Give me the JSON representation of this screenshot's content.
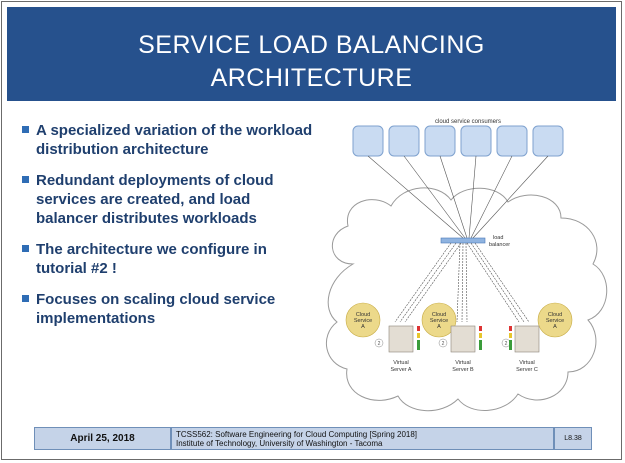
{
  "slide": {
    "title_line1": "SERVICE LOAD BALANCING",
    "title_line2": "ARCHITECTURE",
    "bullets": [
      "A specialized variation of the workload distribution architecture",
      "Redundant deployments of cloud services are created, and load balancer distributes workloads",
      "The architecture we configure in tutorial #2 !",
      "Focuses on scaling cloud service implementations"
    ]
  },
  "diagram": {
    "consumers_label": "cloud service consumers",
    "balancer_label_line1": "load",
    "balancer_label_line2": "balancer",
    "service_line1": "Cloud",
    "service_line2": "Service",
    "service_letter": "A",
    "server_label_line1": "Virtual",
    "servers": [
      "Server A",
      "Server B",
      "Server C"
    ],
    "badge_label": "2",
    "colors": {
      "consumer_fill": "#c9dbf2",
      "consumer_stroke": "#7fa2cf",
      "service_fill": "#ecd98a",
      "server_fill": "#e3ddd3"
    }
  },
  "footer": {
    "date": "April 25, 2018",
    "course_line1": "TCSS562: Software Engineering for Cloud Computing [Spring 2018]",
    "course_line2": "Institute of Technology, University of Washington - Tacoma",
    "page": "L8.38"
  }
}
